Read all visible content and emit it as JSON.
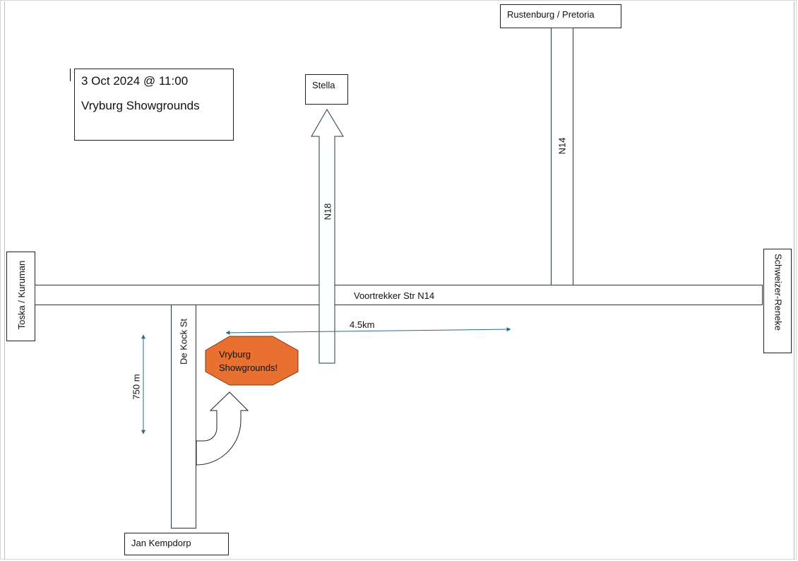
{
  "event": {
    "datetime": "3 Oct 2024 @ 11:00",
    "venue": "Vryburg Showgrounds"
  },
  "destinations": {
    "stella": "Stella",
    "rustenburg": "Rustenburg / Pretoria",
    "toska": "Toska / Kuruman",
    "schweizer": "Schweizer-Reneke",
    "jan_kempdorp": "Jan Kempdorp"
  },
  "roads": {
    "main": "Voortrekker Str N14",
    "n18": "N18",
    "n14": "N14",
    "de_kock": "De Kock St"
  },
  "distances": {
    "horizontal": "4.5km",
    "vertical": "750 m"
  },
  "marker": {
    "label": "Vryburg Showgrounds!",
    "color": "#e87030"
  },
  "colors": {
    "measure_arrow": "#2a6a86",
    "road_border": "#1e3a4a"
  }
}
